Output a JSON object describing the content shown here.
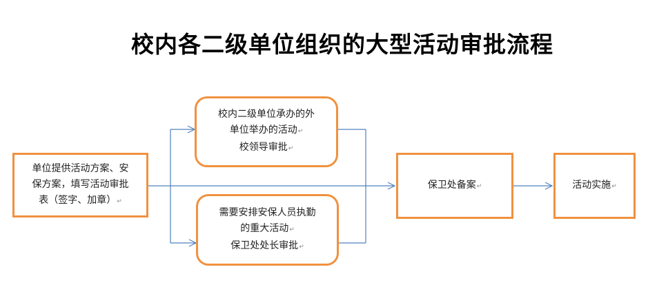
{
  "title": "校内各二级单位组织的大型活动审批流程",
  "nodes": {
    "start": {
      "lines": [
        "单位提供活动方案、安",
        "保方案，填写活动审批",
        "表（签字、加章）"
      ]
    },
    "branch_top": {
      "lines": [
        "校内二级单位承办的外",
        "单位举办的活动",
        "校领导审批"
      ]
    },
    "branch_bottom": {
      "lines": [
        "需要安排安保人员执勤",
        "的重大活动",
        "保卫处处长审批"
      ]
    },
    "record": {
      "lines": [
        "保卫处备案"
      ]
    },
    "implement": {
      "lines": [
        "活动实施"
      ]
    }
  },
  "colors": {
    "box_border": "#f0913e",
    "connector": "#4f81bd"
  }
}
